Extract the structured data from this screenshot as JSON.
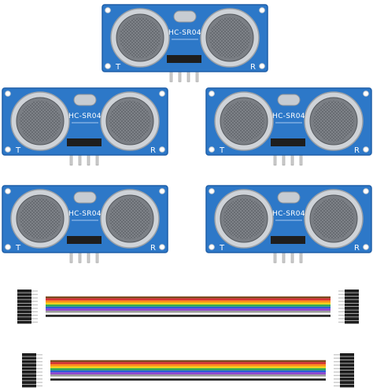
{
  "product": {
    "module_label": "HC-SR04",
    "transmitter_mark": "T",
    "receiver_mark": "R",
    "sensor_count": 5,
    "cable_count": 2
  },
  "colors": {
    "board_blue": "#2d78c8",
    "board_edge": "#1f5fa8",
    "transducer_ring": "#d9dde2",
    "transducer_mesh": "#6b6f75",
    "crystal_silver": "#c7ccd2",
    "header_black": "#1e1e1e",
    "pin_gold": "#c9c9c9"
  },
  "cable_wire_colors": [
    "#7a4a1e",
    "#d22a2a",
    "#ff8a1c",
    "#f0d21e",
    "#2aa84a",
    "#2a5ed6",
    "#8a3ccf",
    "#9a9a9a",
    "#f2f2f2",
    "#1e1e1e"
  ]
}
